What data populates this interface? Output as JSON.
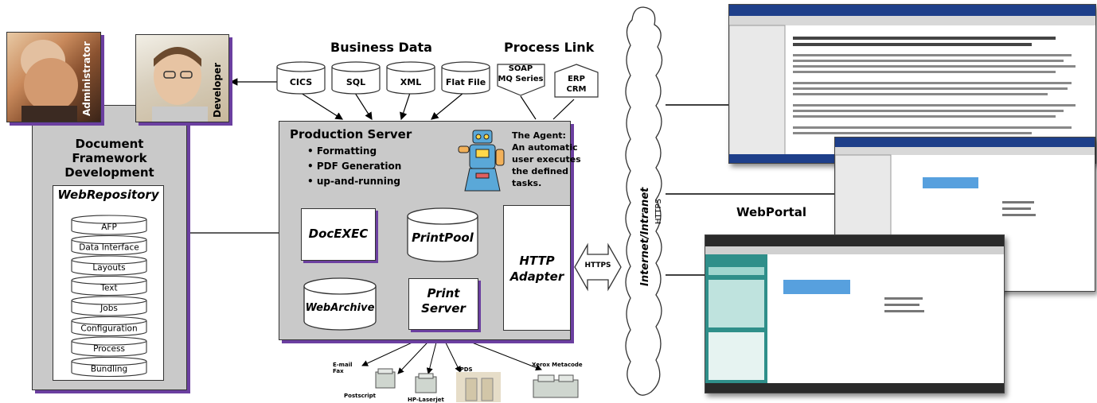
{
  "headings": {
    "business_data": "Business Data",
    "process_link": "Process Link",
    "webportal": "WebPortal"
  },
  "people": {
    "administrator": "Administrator",
    "developer": "Developer"
  },
  "data_sources": [
    "CICS",
    "SQL",
    "XML",
    "Flat File"
  ],
  "process_links": {
    "soap_line1": "SOAP",
    "soap_line2": "MQ Series",
    "erp_line1": "ERP",
    "erp_line2": "CRM"
  },
  "doc_framework": {
    "title_line1": "Document",
    "title_line2": "Framework",
    "title_line3": "Development",
    "repository": "WebRepository",
    "items": [
      "AFP",
      "Data Interface",
      "Layouts",
      "Text",
      "Jobs",
      "Configuration",
      "Process",
      "Bundling"
    ]
  },
  "production_server": {
    "title": "Production Server",
    "bullets": [
      "• Formatting",
      "• PDF Generation",
      "• up-and-running"
    ],
    "agent_title": "The Agent:",
    "agent_lines": [
      "An automatic",
      "user executes",
      "the defined",
      "tasks."
    ],
    "docexec": "DocEXEC",
    "printpool": "PrintPool",
    "webarchive": "WebArchive",
    "print_server_line1": "Print",
    "print_server_line2": "Server",
    "http_adapter_line1": "HTTP",
    "http_adapter_line2": "Adapter"
  },
  "https_arrow": "HTTPS",
  "internet": {
    "label": "Internet/Intranet",
    "sublabel": "HTTPS"
  },
  "outputs": {
    "email_line1": "E-mail",
    "email_line2": "Fax",
    "postscript": "Postscript",
    "hp": "HP-Laserjet",
    "ipds": "IPDS",
    "xerox": "Xerox Metacode"
  },
  "colors": {
    "panel": "#c9c9c9",
    "shadow": "#6b3fa0",
    "screen_teal": "#2f8f8a",
    "screen_blue": "#3a8fd8"
  }
}
